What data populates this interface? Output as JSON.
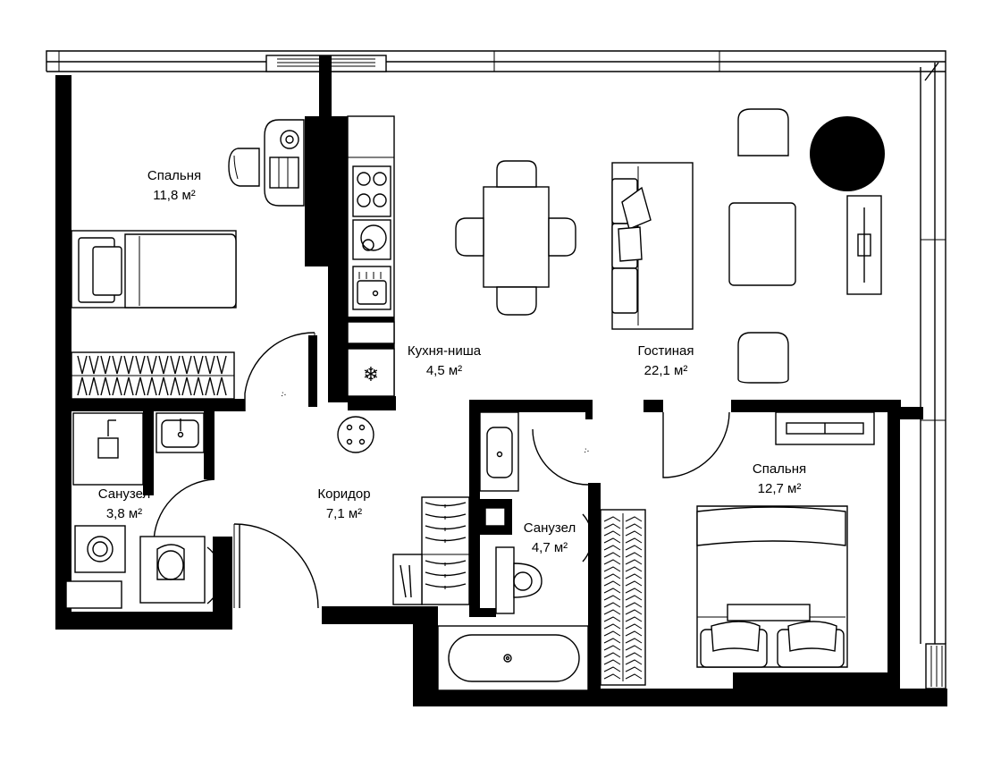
{
  "rooms": [
    {
      "key": "bedroom1",
      "name": "Спальня",
      "area": "11,8 м²"
    },
    {
      "key": "kitchen",
      "name": "Кухня-ниша",
      "area": "4,5 м²"
    },
    {
      "key": "living",
      "name": "Гостиная",
      "area": "22,1 м²"
    },
    {
      "key": "bath1",
      "name": "Санузел",
      "area": "3,8 м²"
    },
    {
      "key": "corridor",
      "name": "Коридор",
      "area": "7,1 м²"
    },
    {
      "key": "bath2",
      "name": "Санузел",
      "area": "4,7 м²"
    },
    {
      "key": "bedroom2",
      "name": "Спальня",
      "area": "12,7 м²"
    }
  ],
  "icons": {
    "fridge": "snowflake-icon"
  }
}
